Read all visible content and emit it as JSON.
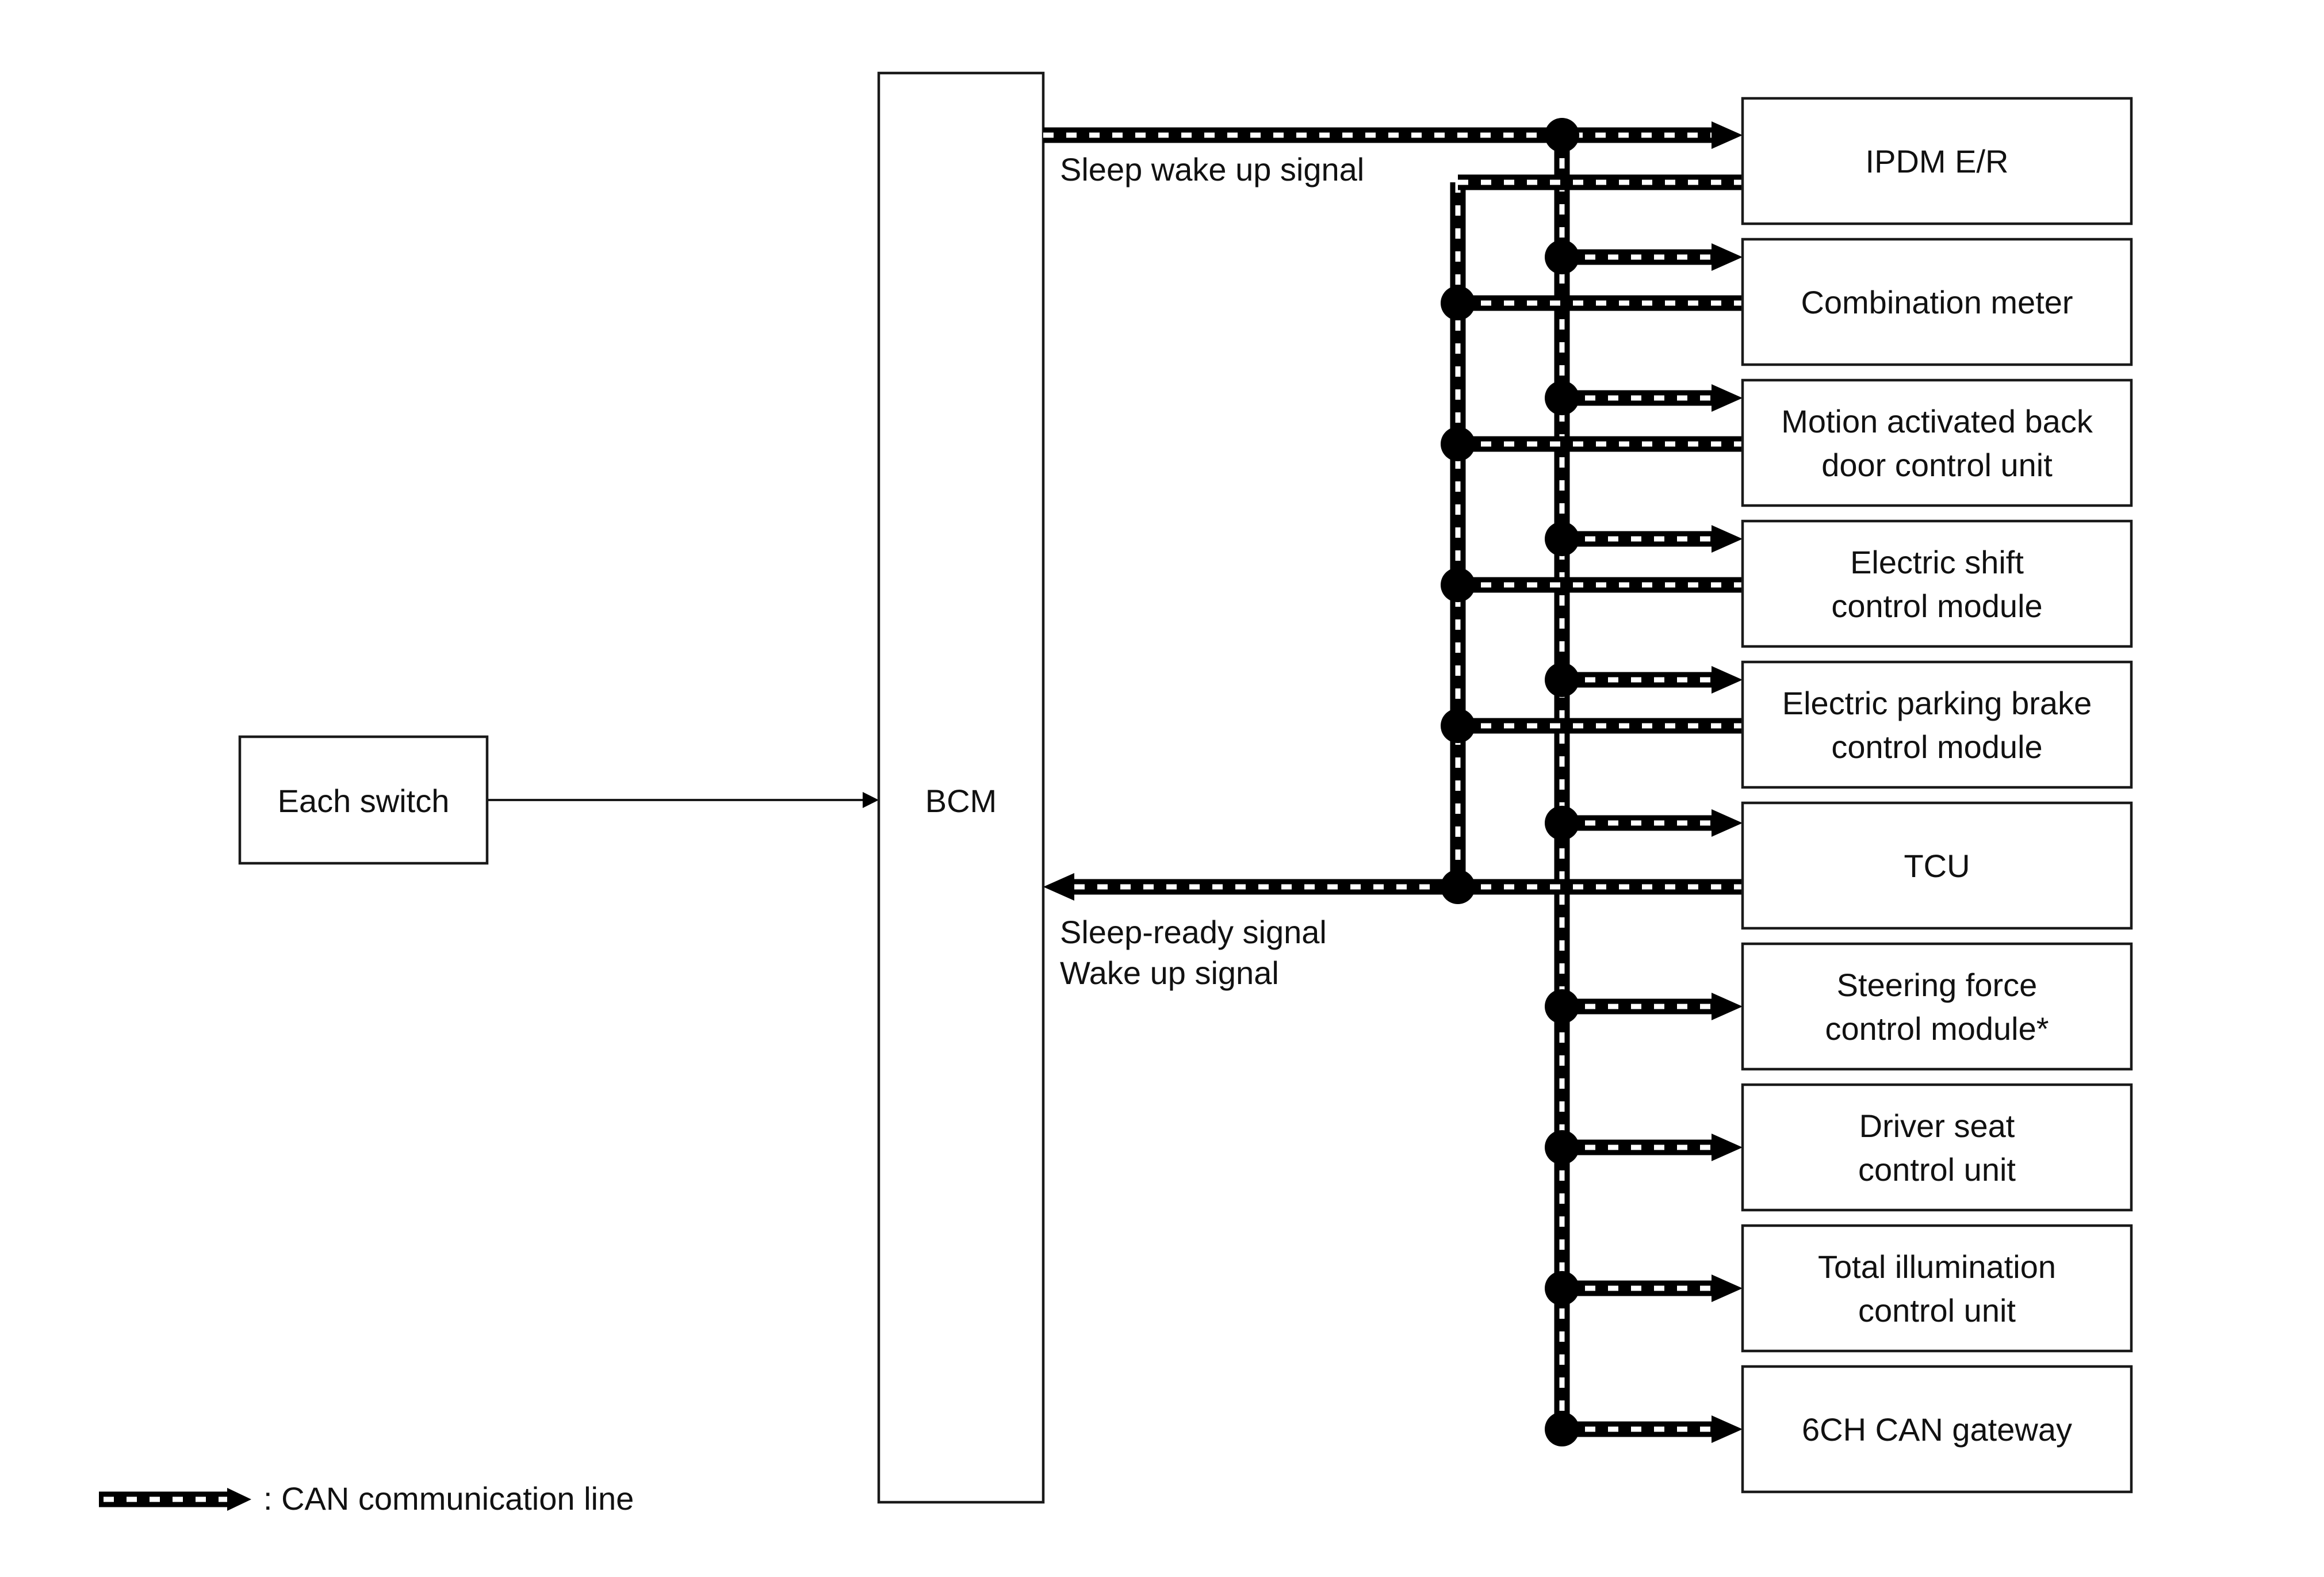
{
  "blocks": {
    "each_switch": "Each switch",
    "bcm": "BCM"
  },
  "modules": [
    {
      "lines": [
        "IPDM E/R"
      ]
    },
    {
      "lines": [
        "Combination meter"
      ]
    },
    {
      "lines": [
        "Motion activated back",
        "door control unit"
      ]
    },
    {
      "lines": [
        "Electric shift",
        "control module"
      ]
    },
    {
      "lines": [
        "Electric parking brake",
        "control module"
      ]
    },
    {
      "lines": [
        "TCU"
      ]
    },
    {
      "lines": [
        "Steering force",
        "control module*"
      ]
    },
    {
      "lines": [
        "Driver seat",
        "control unit"
      ]
    },
    {
      "lines": [
        "Total illumination",
        "control unit"
      ]
    },
    {
      "lines": [
        "6CH CAN gateway"
      ]
    }
  ],
  "signals": {
    "outgoing": "Sleep wake up signal",
    "incoming_1": "Sleep-ready signal",
    "incoming_2": "Wake up signal"
  },
  "legend": {
    "text": ": CAN communication line"
  },
  "colors": {
    "line": "#000000",
    "dash": "#ffffff",
    "box_stroke": "#1a1a1a"
  }
}
